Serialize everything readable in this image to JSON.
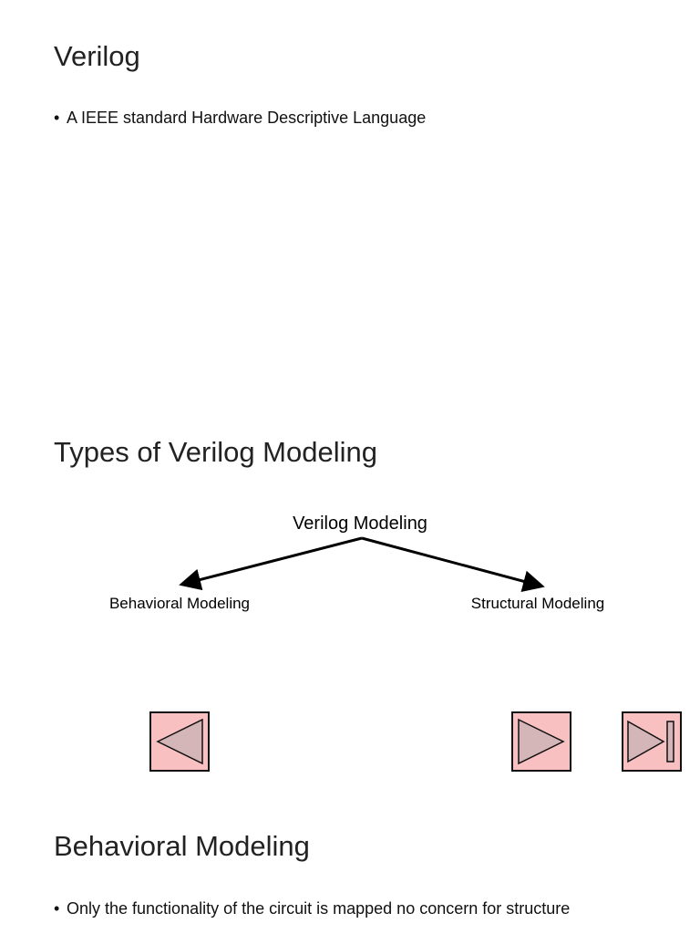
{
  "slides": [
    {
      "title": "Verilog",
      "bullets": [
        "A IEEE standard Hardware Descriptive Language"
      ]
    },
    {
      "title": "Types of Verilog Modeling",
      "diagram": {
        "root": "Verilog Modeling",
        "left": "Behavioral Modeling",
        "right": "Structural Modeling"
      }
    },
    {
      "title": "Behavioral Modeling",
      "bullets": [
        "Only the functionality of the circuit is mapped no concern for structure"
      ]
    }
  ],
  "navigation": {
    "buttons": [
      {
        "name": "previous",
        "icon": "triangle-left-icon"
      },
      {
        "name": "next",
        "icon": "triangle-right-icon"
      },
      {
        "name": "last",
        "icon": "skip-to-end-icon"
      }
    ],
    "fill_color": "#f9c0c2",
    "icon_fill": "#d4b6b8"
  }
}
